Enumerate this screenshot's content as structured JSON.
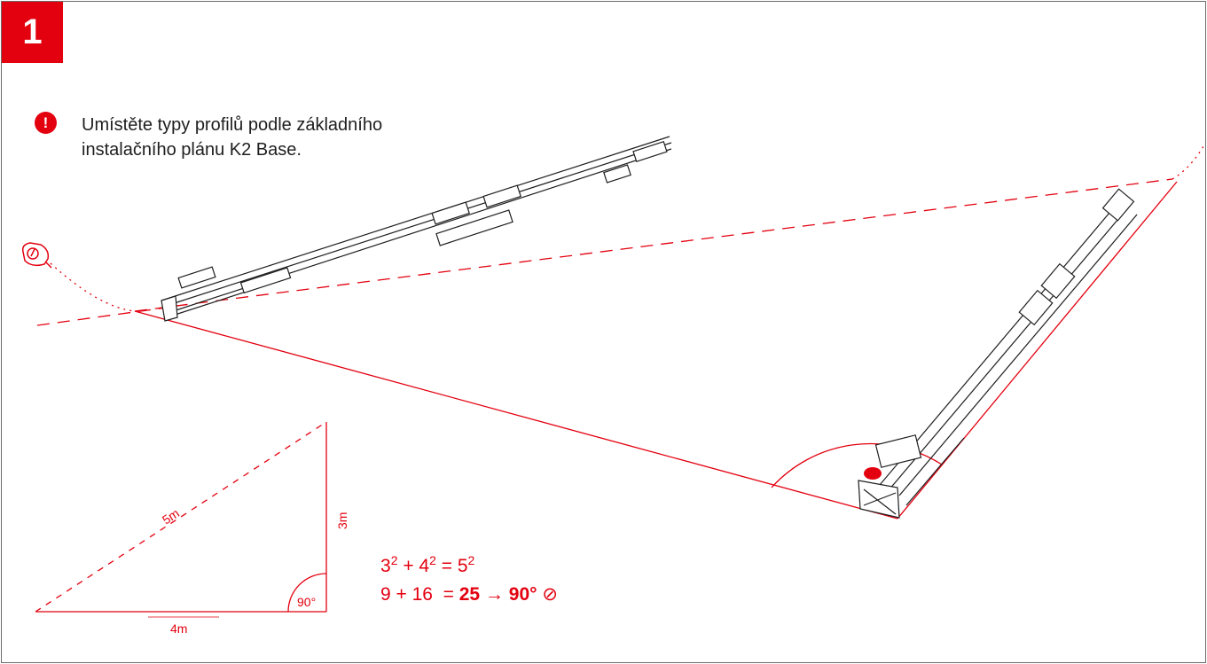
{
  "step": {
    "number": "1"
  },
  "note": {
    "icon": "exclamation-icon",
    "icon_glyph": "!",
    "line1": "Umístěte typy profilů podle základního",
    "line2": "instalačního plánu K2 Base."
  },
  "triangle": {
    "hypotenuse_label": "5m",
    "vertical_label": "3m",
    "base_label": "4m",
    "angle_label": "90°"
  },
  "equation": {
    "l1_a": "3",
    "l1_a_exp": "2",
    "l1_plus": " + ",
    "l1_b": "4",
    "l1_b_exp": "2",
    "l1_eq": " = ",
    "l1_c": "5",
    "l1_c_exp": "2",
    "l2_lhs": "9 + 16  = ",
    "l2_result": "25",
    "l2_arrow": " → ",
    "l2_angle": "90°",
    "l2_check": " ⊘"
  },
  "colors": {
    "accent": "#e3000f",
    "line": "#1e1e1e",
    "frame": "#6b6b6b"
  }
}
